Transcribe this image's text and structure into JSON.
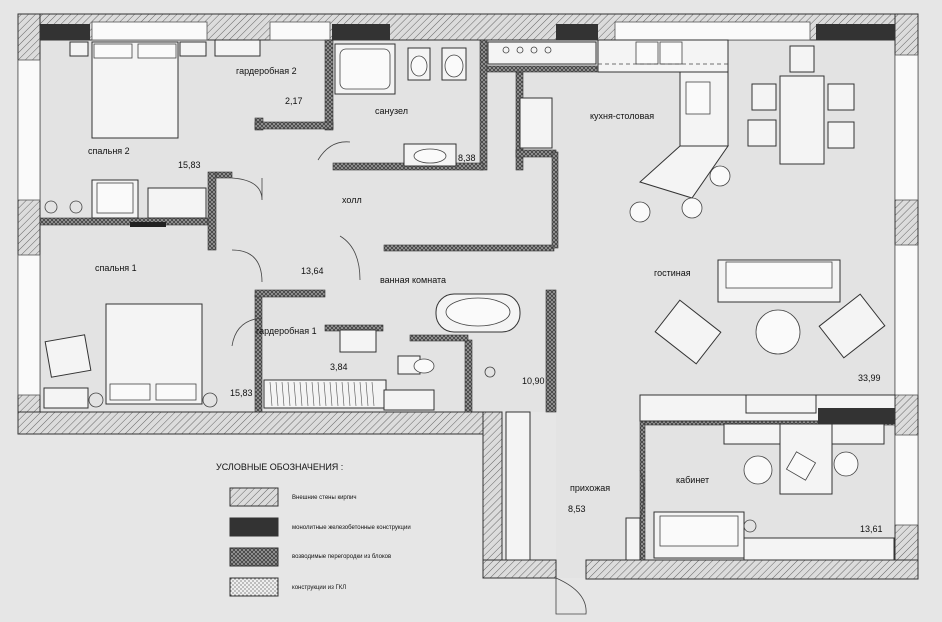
{
  "rooms": {
    "wardrobe2": {
      "name": "гардеробная 2",
      "area": "2,17"
    },
    "bathroom_wc": {
      "name": "санузел",
      "area": "8,38"
    },
    "kitchen": {
      "name": "кухня-столовая"
    },
    "bedroom2": {
      "name": "спальня 2",
      "area": "15,83"
    },
    "hall": {
      "name": "холл",
      "area": "13,64"
    },
    "bedroom1": {
      "name": "спальня 1",
      "area": "15,83"
    },
    "bathroom": {
      "name": "ванная комната",
      "area": "10,90"
    },
    "living": {
      "name": "гостиная",
      "area": "33,99"
    },
    "wardrobe1": {
      "name": "гардеробная 1",
      "area": "3,84"
    },
    "entry": {
      "name": "прихожая",
      "area": "8,53"
    },
    "study": {
      "name": "кабинет",
      "area": "13,61"
    }
  },
  "legend": {
    "title": "УСЛОВНЫЕ ОБОЗНАЧЕНИЯ :",
    "items": [
      {
        "label": "Внешние стены кирпич",
        "pattern": "hatch"
      },
      {
        "label": "монолитные железобетонные конструкции",
        "pattern": "solid"
      },
      {
        "label": "возводимые перегородки из блоков",
        "pattern": "cross"
      },
      {
        "label": "конструкции из ГКЛ",
        "pattern": "dots"
      }
    ]
  },
  "colors": {
    "background": "#e6e6e6",
    "wall_hatch": "#888888",
    "concrete": "#333333"
  }
}
